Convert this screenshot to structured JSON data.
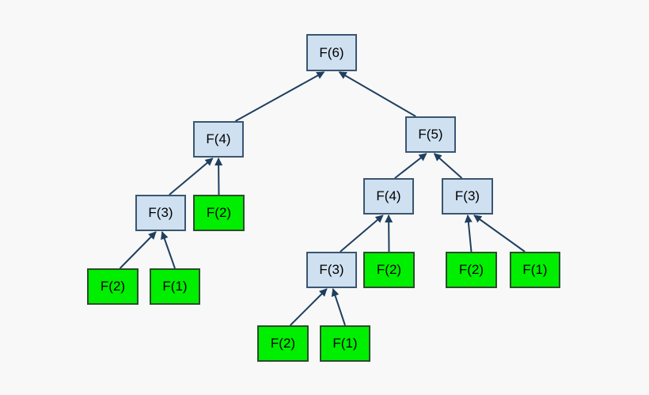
{
  "tree": {
    "nodes": {
      "n6": {
        "label": "F(6)",
        "kind": "internal"
      },
      "n4a": {
        "label": "F(4)",
        "kind": "internal"
      },
      "n5": {
        "label": "F(5)",
        "kind": "internal"
      },
      "n3a": {
        "label": "F(3)",
        "kind": "internal"
      },
      "n2a": {
        "label": "F(2)",
        "kind": "leaf"
      },
      "n2b": {
        "label": "F(2)",
        "kind": "leaf"
      },
      "n1a": {
        "label": "F(1)",
        "kind": "leaf"
      },
      "n4b": {
        "label": "F(4)",
        "kind": "internal"
      },
      "n3b": {
        "label": "F(3)",
        "kind": "internal"
      },
      "n3c": {
        "label": "F(3)",
        "kind": "internal"
      },
      "n2c": {
        "label": "F(2)",
        "kind": "leaf"
      },
      "n2d": {
        "label": "F(2)",
        "kind": "leaf"
      },
      "n1b": {
        "label": "F(1)",
        "kind": "leaf"
      },
      "n2e": {
        "label": "F(2)",
        "kind": "leaf"
      },
      "n1c": {
        "label": "F(1)",
        "kind": "leaf"
      }
    },
    "edges": [
      [
        "n4a",
        "n6"
      ],
      [
        "n5",
        "n6"
      ],
      [
        "n3a",
        "n4a"
      ],
      [
        "n2a",
        "n4a"
      ],
      [
        "n2b",
        "n3a"
      ],
      [
        "n1a",
        "n3a"
      ],
      [
        "n4b",
        "n5"
      ],
      [
        "n3b",
        "n5"
      ],
      [
        "n3c",
        "n4b"
      ],
      [
        "n2c",
        "n4b"
      ],
      [
        "n2d",
        "n3b"
      ],
      [
        "n1b",
        "n3b"
      ],
      [
        "n2e",
        "n3c"
      ],
      [
        "n1c",
        "n3c"
      ]
    ],
    "colors": {
      "internal_fill": "#cfe0f1",
      "leaf_fill": "#00ee00",
      "edge": "#1f3f5f"
    }
  }
}
